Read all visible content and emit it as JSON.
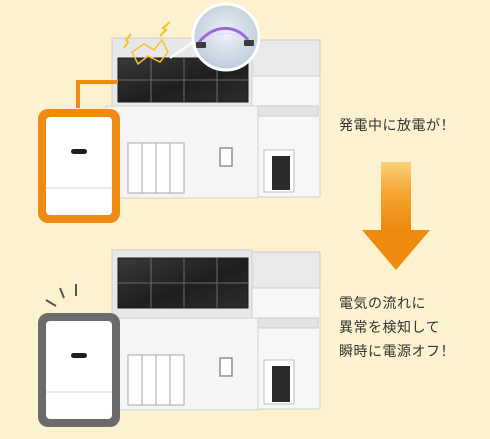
{
  "top_caption": "発電中に放電が！",
  "bottom_caption": {
    "line1": "電気の流れに",
    "line2": "異常を検知して",
    "line3": "瞬時に電源オフ！"
  },
  "colors": {
    "background": "#fdf2d0",
    "arrow": "#f3920c",
    "power_conditioner_alert_frame": "#f08a12",
    "power_conditioner_off_frame": "#6b6b6b",
    "solar_panel": "#2c2c2c",
    "house_wall": "#f4f4f4",
    "house_outline": "#cfcfcf"
  },
  "icons": {
    "spark": "lightning-spark-icon",
    "arc": "electric-arc-magnifier-icon",
    "alert": "alert-lines-icon"
  }
}
